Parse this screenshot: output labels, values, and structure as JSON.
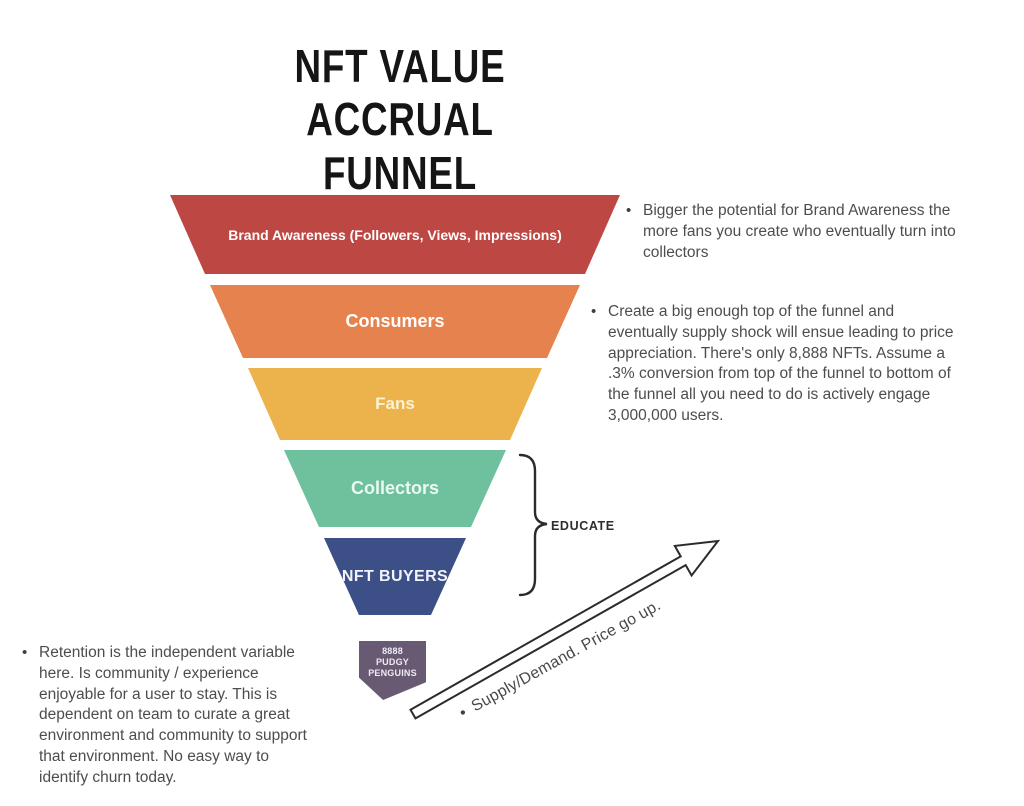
{
  "title": {
    "line1": "NFT VALUE ACCRUAL",
    "line2": "FUNNEL"
  },
  "funnel": {
    "levels": [
      {
        "label": "Brand Awareness (Followers, Views, Impressions)",
        "color": "#bd4743",
        "text_color": "#ffffff"
      },
      {
        "label": "Consumers",
        "color": "#e6824e",
        "text_color": "#ffffff"
      },
      {
        "label": "Fans",
        "color": "#ecb24c",
        "text_color": "#fcf2d2"
      },
      {
        "label": "Collectors",
        "color": "#6fc09c",
        "text_color": "#eafaf2"
      },
      {
        "label": "NFT BUYERS",
        "color": "#3c4f87",
        "text_color": "#f2f4fa"
      }
    ],
    "base": {
      "lines": [
        "8888",
        "PUDGY",
        "PENGUINS"
      ],
      "color": "#675a72",
      "text_color": "#efeaf3"
    }
  },
  "bullets": {
    "glyph": "•",
    "right_top": "Bigger the potential for Brand Awareness the more fans you create who eventually turn into collectors",
    "right_middle": "Create a big enough top of the funnel and eventually supply shock will ensue leading to price appreciation. There's only 8,888 NFTs. Assume a .3% conversion from top of the funnel to bottom of the funnel all you need to do is actively engage 3,000,000 users.",
    "bottom_left": "Retention is the independent variable here. Is community / experience enjoyable for a user to stay. This is dependent on team to curate a great environment and community to support that environment. No easy way to identify churn today."
  },
  "labels": {
    "educate": "EDUCATE",
    "arrow": "Supply/Demand. Price go up."
  }
}
